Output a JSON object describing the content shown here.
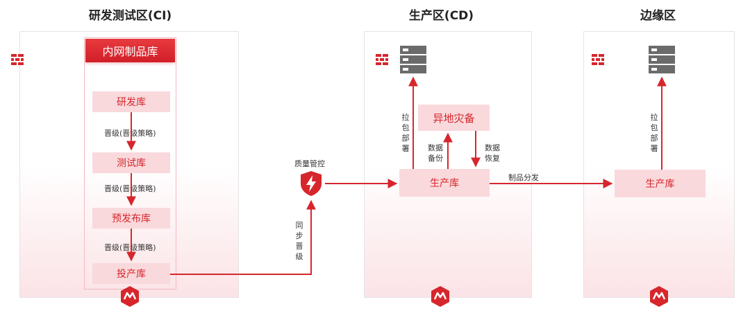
{
  "zones": {
    "ci": {
      "title": "研发测试区(CI)"
    },
    "cd": {
      "title": "生产区(CD)"
    },
    "edge": {
      "title": "边缘区"
    }
  },
  "ci": {
    "repo_header": "内网制品库",
    "dev": "研发库",
    "test": "测试库",
    "prerelease": "预发布库",
    "production": "投产库",
    "promote_label": "晋级(晋级策略)"
  },
  "control": {
    "label": "质量管控",
    "sync_label": "同步晋级"
  },
  "cd": {
    "dr": "异地灾备",
    "prod_repo": "生产库",
    "pull_deploy": "拉包部署",
    "backup": "数据备份",
    "restore": "数据恢复",
    "distribute": "制品分发"
  },
  "edge": {
    "prod_repo": "生产库",
    "pull_deploy": "拉包部署"
  },
  "icons": {
    "firewall": "firewall-icon",
    "server": "server-icon",
    "shield": "shield-lightning-icon",
    "logo": "logo-icon"
  },
  "colors": {
    "accent": "#d6262c",
    "box_fill": "#f9d9dc",
    "server": "#6b6b6b"
  }
}
